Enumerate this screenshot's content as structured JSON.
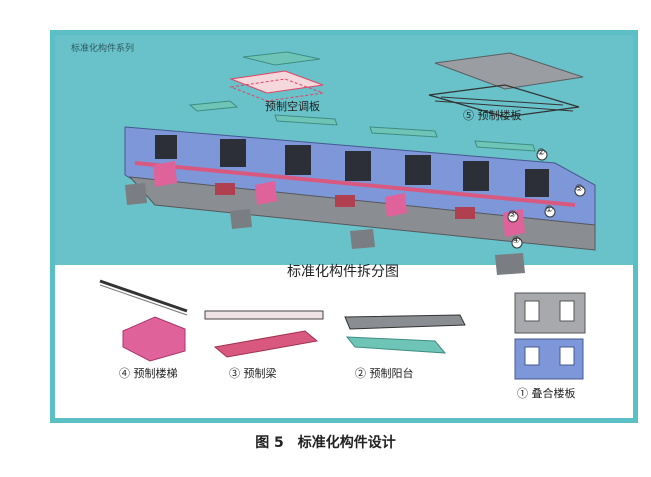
{
  "series_label": "标准化构件系列",
  "labels": {
    "precast_ac_panel": "预制空调板",
    "precast_floor_slab": "⑤ 预制楼板",
    "exploded_view": "标准化构件拆分图",
    "precast_stair": "④ 预制楼梯",
    "precast_beam": "③ 预制梁",
    "precast_balcony": "② 预制阳台",
    "composite_floor_slab": "① 叠合楼板"
  },
  "markers": [
    "①",
    "②",
    "③",
    "④",
    "⑤"
  ],
  "figure_caption": "图 5　标准化构件设计",
  "colors": {
    "frame": "#5bbfc6",
    "top_band": "#69c1c9",
    "wall_blue": "#7e97d8",
    "stair_pink": "#e0629a",
    "beam_red": "#d9587f",
    "gray": "#8a8d91",
    "teal_slab": "#6fc4b8"
  }
}
